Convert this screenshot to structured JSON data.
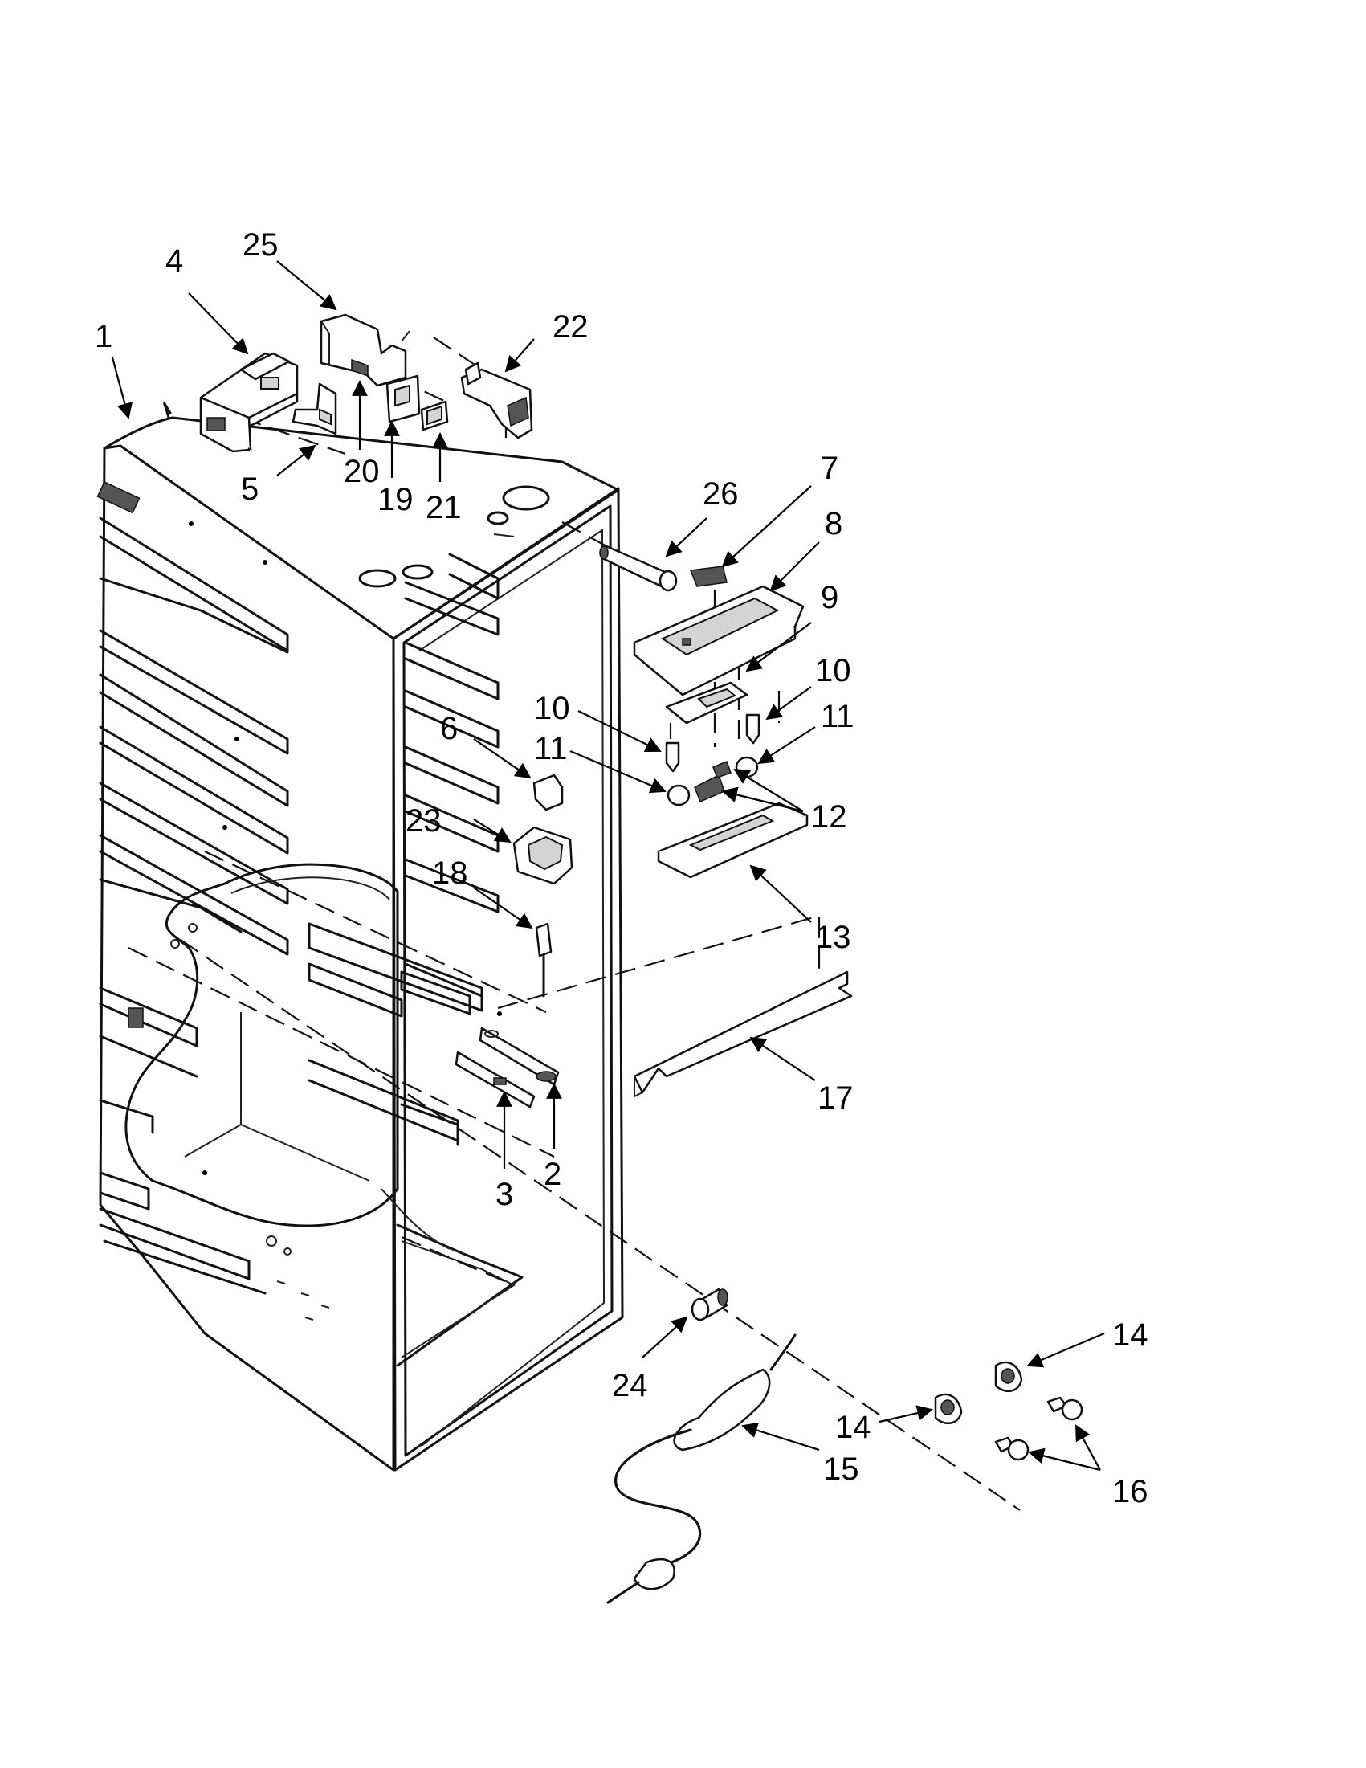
{
  "callouts": [
    {
      "id": "1",
      "label": "1"
    },
    {
      "id": "2",
      "label": "2"
    },
    {
      "id": "3",
      "label": "3"
    },
    {
      "id": "4",
      "label": "4"
    },
    {
      "id": "5",
      "label": "5"
    },
    {
      "id": "6",
      "label": "6"
    },
    {
      "id": "7",
      "label": "7"
    },
    {
      "id": "8",
      "label": "8"
    },
    {
      "id": "9",
      "label": "9"
    },
    {
      "id": "10a",
      "label": "10"
    },
    {
      "id": "10b",
      "label": "10"
    },
    {
      "id": "11a",
      "label": "11"
    },
    {
      "id": "11b",
      "label": "11"
    },
    {
      "id": "12",
      "label": "12"
    },
    {
      "id": "13",
      "label": "13"
    },
    {
      "id": "14a",
      "label": "14"
    },
    {
      "id": "14b",
      "label": "14"
    },
    {
      "id": "15",
      "label": "15"
    },
    {
      "id": "16",
      "label": "16"
    },
    {
      "id": "17",
      "label": "17"
    },
    {
      "id": "18",
      "label": "18"
    },
    {
      "id": "19",
      "label": "19"
    },
    {
      "id": "20",
      "label": "20"
    },
    {
      "id": "21",
      "label": "21"
    },
    {
      "id": "22",
      "label": "22"
    },
    {
      "id": "23",
      "label": "23"
    },
    {
      "id": "24",
      "label": "24"
    },
    {
      "id": "25",
      "label": "25"
    },
    {
      "id": "26",
      "label": "26"
    }
  ]
}
